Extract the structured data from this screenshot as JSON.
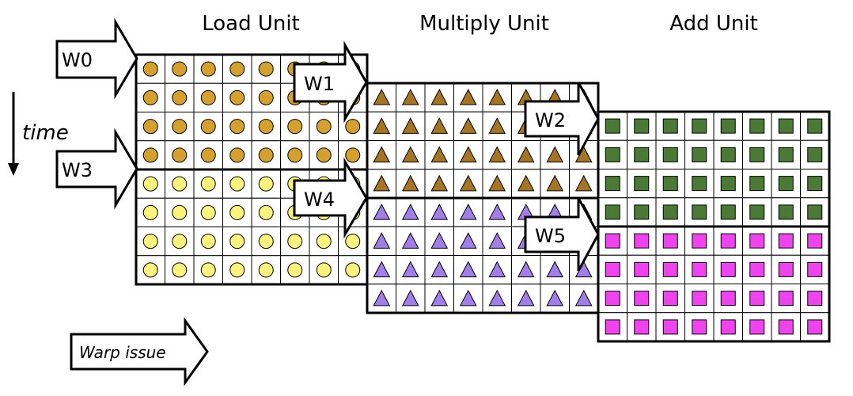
{
  "units": [
    {
      "id": "load",
      "title": "Load Unit"
    },
    {
      "id": "multiply",
      "title": "Multiply Unit"
    },
    {
      "id": "add",
      "title": "Add Unit"
    }
  ],
  "time_label": "time",
  "warp_issue_label": "Warp issue",
  "warps": [
    {
      "label": "W0",
      "unit": "load",
      "shape": "circle",
      "color": "#d4a030"
    },
    {
      "label": "W1",
      "unit": "multiply",
      "shape": "triangle",
      "color": "#a67425"
    },
    {
      "label": "W2",
      "unit": "add",
      "shape": "square",
      "color": "#4a7a35"
    },
    {
      "label": "W3",
      "unit": "load",
      "shape": "circle",
      "color": "#fbf37e"
    },
    {
      "label": "W4",
      "unit": "multiply",
      "shape": "triangle",
      "color": "#a17ee8"
    },
    {
      "label": "W5",
      "unit": "add",
      "shape": "square",
      "color": "#ee44ee"
    }
  ],
  "lanes_per_warp": 8,
  "rows_per_warp": 4
}
